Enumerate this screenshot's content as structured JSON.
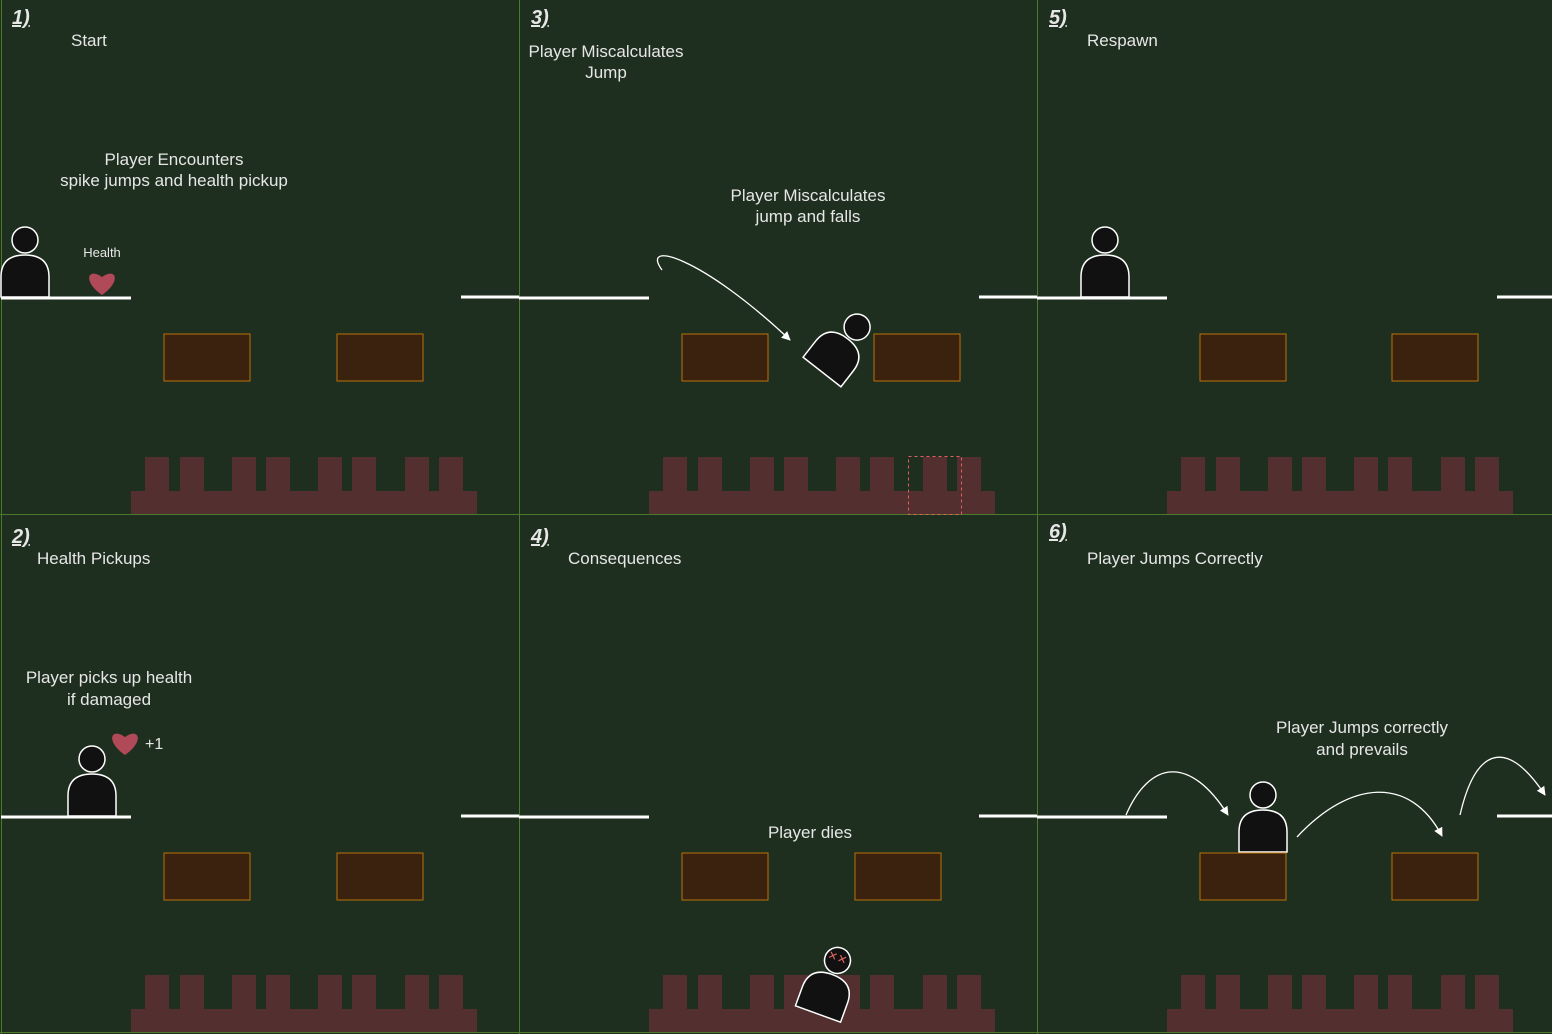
{
  "colors": {
    "background": "#1f2f1f",
    "grid_line": "#4d7a2a",
    "text": "#e6e6e6",
    "platform": "#ffffff",
    "crate_fill": "#3b220f",
    "crate_border": "#b8700a",
    "spikes": "#532f2f",
    "heart": "#b04a58",
    "player_body": "#111111",
    "player_outline": "#ffffff",
    "danger_dash": "#e06060"
  },
  "panels": [
    {
      "number": "1)",
      "title": "Start",
      "notes": [
        "Player Encounters",
        "spike jumps and health pickup"
      ],
      "heart_label": "Health"
    },
    {
      "number": "3)",
      "title": "Player Miscalculates\nJump",
      "notes": [
        "Player Miscalculates",
        "jump and falls"
      ]
    },
    {
      "number": "5)",
      "title": "Respawn"
    },
    {
      "number": "2)",
      "title": "Health Pickups",
      "notes": [
        "Player picks up health",
        "if damaged"
      ],
      "heart_label": "+1"
    },
    {
      "number": "4)",
      "title": "Consequences",
      "notes": [
        "Player dies"
      ]
    },
    {
      "number": "6)",
      "title": "Player Jumps Correctly",
      "notes": [
        "Player Jumps correctly",
        "and prevails"
      ]
    }
  ],
  "icons": {
    "player": "player-icon",
    "heart": "heart-icon",
    "crate": "crate",
    "spikes": "spike-pit",
    "arrow": "jump-arrow"
  }
}
